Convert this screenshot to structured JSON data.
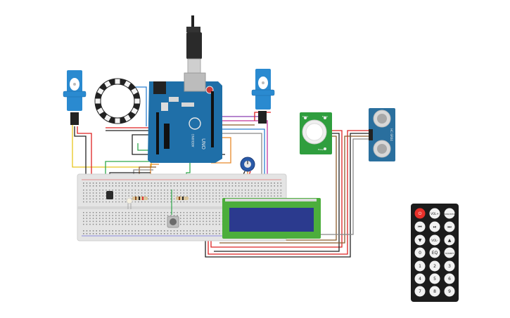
{
  "board": {
    "label": "UNO",
    "brand": "ARDUINO",
    "reset_icon": "reset-button-icon",
    "usb_icon": "usb-cable-icon"
  },
  "pir": {
    "label_left": "Bleep",
    "label_right": "Bleep",
    "label_bottom": "Bleep"
  },
  "ultrasonic": {
    "label": "HC-SR04"
  },
  "remote": {
    "rows": [
      [
        {
          "label": "⏻",
          "color": "#e8302a",
          "icon": "power-icon"
        },
        {
          "label": "VOL+",
          "color": "#f2f2f2"
        },
        {
          "label": "FUNC/STOP",
          "color": "#f2f2f2"
        }
      ],
      [
        {
          "label": "⏮",
          "color": "#f2f2f2",
          "icon": "previous-icon"
        },
        {
          "label": "⏯",
          "color": "#f2f2f2",
          "icon": "play-pause-icon"
        },
        {
          "label": "⏭",
          "color": "#f2f2f2",
          "icon": "next-icon"
        }
      ],
      [
        {
          "label": "▼",
          "color": "#f2f2f2",
          "icon": "down-icon"
        },
        {
          "label": "VOL-",
          "color": "#f2f2f2"
        },
        {
          "label": "▲",
          "color": "#f2f2f2",
          "icon": "up-icon"
        }
      ],
      [
        {
          "label": "0",
          "color": "#f2f2f2"
        },
        {
          "label": "EQ",
          "color": "#f2f2f2"
        },
        {
          "label": "ST/REPT",
          "color": "#f2f2f2"
        }
      ],
      [
        {
          "label": "1",
          "color": "#f2f2f2"
        },
        {
          "label": "2",
          "color": "#f2f2f2"
        },
        {
          "label": "3",
          "color": "#f2f2f2"
        }
      ],
      [
        {
          "label": "4",
          "color": "#f2f2f2"
        },
        {
          "label": "5",
          "color": "#f2f2f2"
        },
        {
          "label": "6",
          "color": "#f2f2f2"
        }
      ],
      [
        {
          "label": "7",
          "color": "#f2f2f2"
        },
        {
          "label": "8",
          "color": "#f2f2f2"
        },
        {
          "label": "9",
          "color": "#f2f2f2"
        }
      ]
    ]
  },
  "colors": {
    "arduino": "#1f6fa8",
    "breadboard": "#e4e4e4",
    "servo": "#2a8ad0",
    "lcd_frame": "#4cae3c",
    "lcd_screen": "#2b3a8e",
    "pir_board": "#2f9e3e",
    "ultrasonic_board": "#2a6f9e",
    "remote_body": "#1c1c1c",
    "neopixel": "#222222"
  }
}
